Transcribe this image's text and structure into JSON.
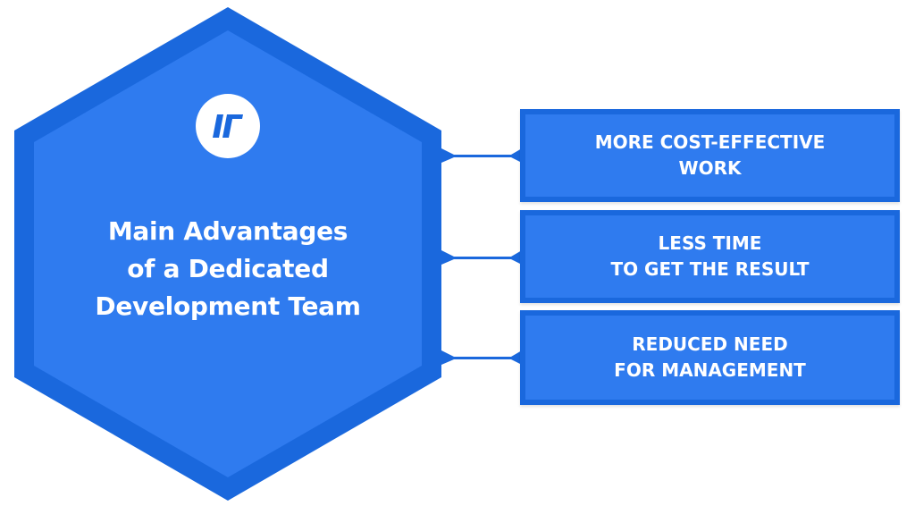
{
  "colors": {
    "hex_outer": "#1a68dd",
    "hex_inner": "#2f7bef",
    "connector": "#1a68dd",
    "text": "#ffffff"
  },
  "logo": {
    "icon": "company-logo-icon"
  },
  "center": {
    "title_lines": [
      "Main Advantages",
      "of a Dedicated",
      "Development Team"
    ]
  },
  "advantages": [
    {
      "lines": [
        "MORE COST-EFFECTIVE",
        "WORK"
      ]
    },
    {
      "lines": [
        "LESS TIME",
        "TO GET THE RESULT"
      ]
    },
    {
      "lines": [
        "REDUCED NEED",
        "FOR MANAGEMENT"
      ]
    }
  ]
}
